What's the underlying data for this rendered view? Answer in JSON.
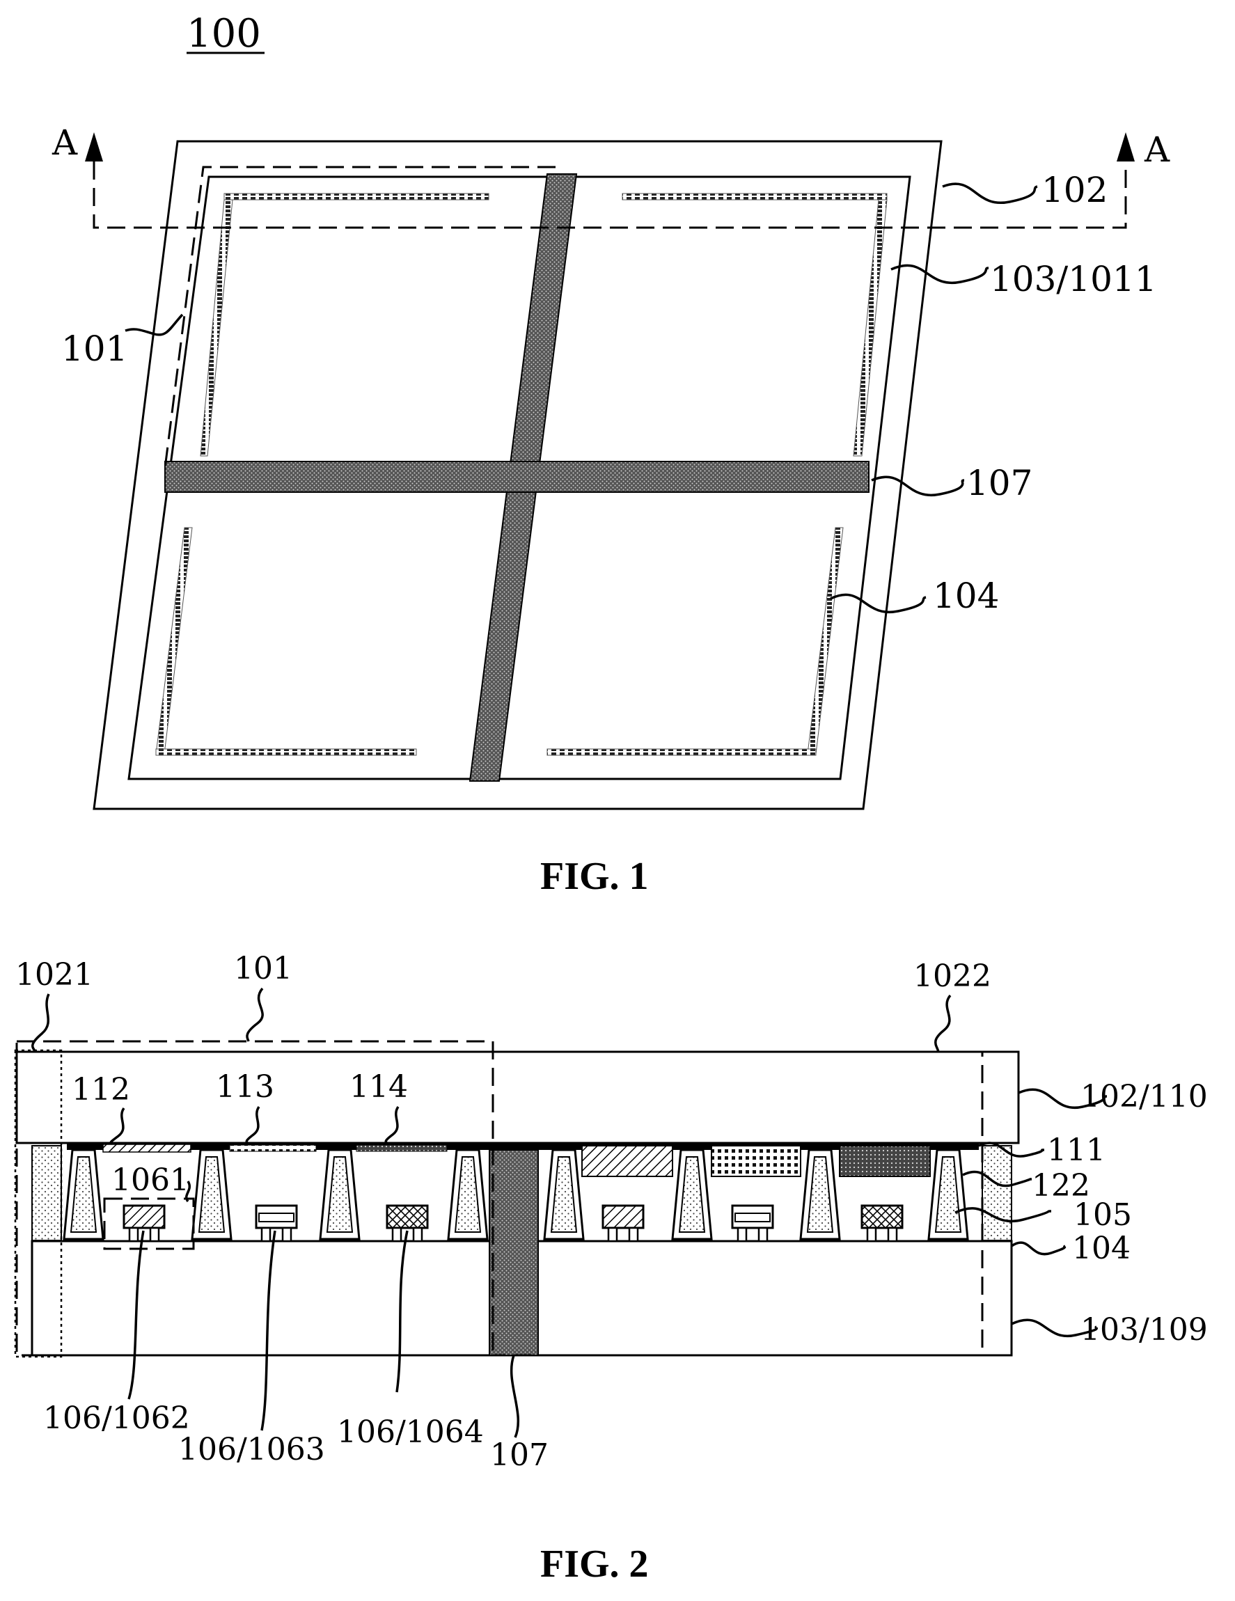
{
  "figure_number": "100",
  "fig1": {
    "caption": "FIG. 1",
    "labels": {
      "section_left": "A",
      "section_right": "A",
      "l102": "102",
      "l103_1011": "103/1011",
      "l101": "101",
      "l107": "107",
      "l104": "104"
    }
  },
  "fig2": {
    "caption": "FIG. 2",
    "labels": {
      "l1021": "1021",
      "l101": "101",
      "l1022": "1022",
      "l112": "112",
      "l113": "113",
      "l114": "114",
      "l1061": "1061",
      "l102_110": "102/110",
      "l111": "111",
      "l122": "122",
      "l105": "105",
      "l104": "104",
      "l103_109": "103/109",
      "l106_1062": "106/1062",
      "l106_1063": "106/1063",
      "l106_1064": "106/1064",
      "l107": "107"
    }
  }
}
